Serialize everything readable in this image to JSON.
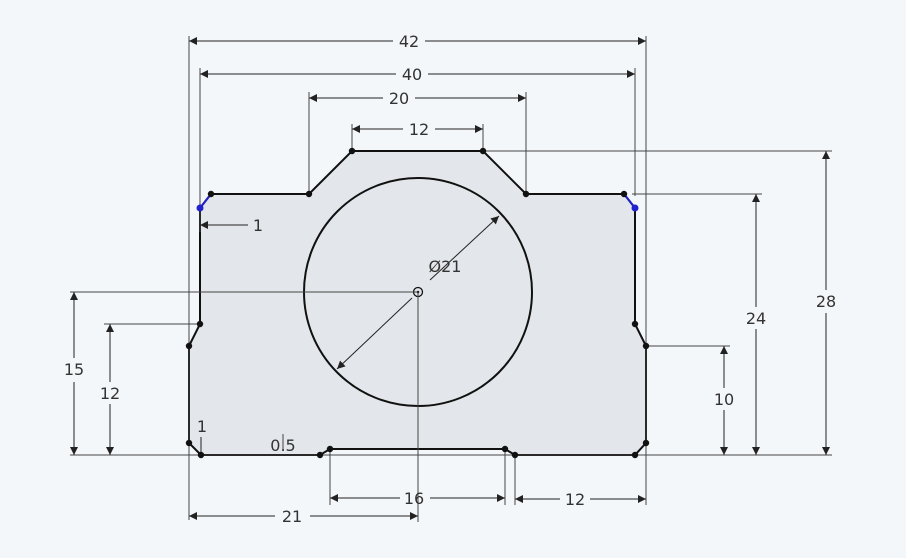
{
  "colors": {
    "background": "#f4f7fa",
    "profile_fill": "#e3e6ea",
    "line": "#111111",
    "dimension": "#333333",
    "selected": "#2222cc"
  },
  "dimensions": {
    "width_overall": "42",
    "width_upper": "40",
    "width_top": "20",
    "width_top_flat": "12",
    "edge_offset": "1",
    "circle_diameter": "Ø21",
    "center_height": "15",
    "step_height": "12",
    "foot_offset": "1",
    "slot_depth": "0.5",
    "bottom_slot": "16",
    "right_foot": "12",
    "center_x": "21",
    "right_step": "10",
    "right_upper": "24",
    "total_height": "28"
  }
}
